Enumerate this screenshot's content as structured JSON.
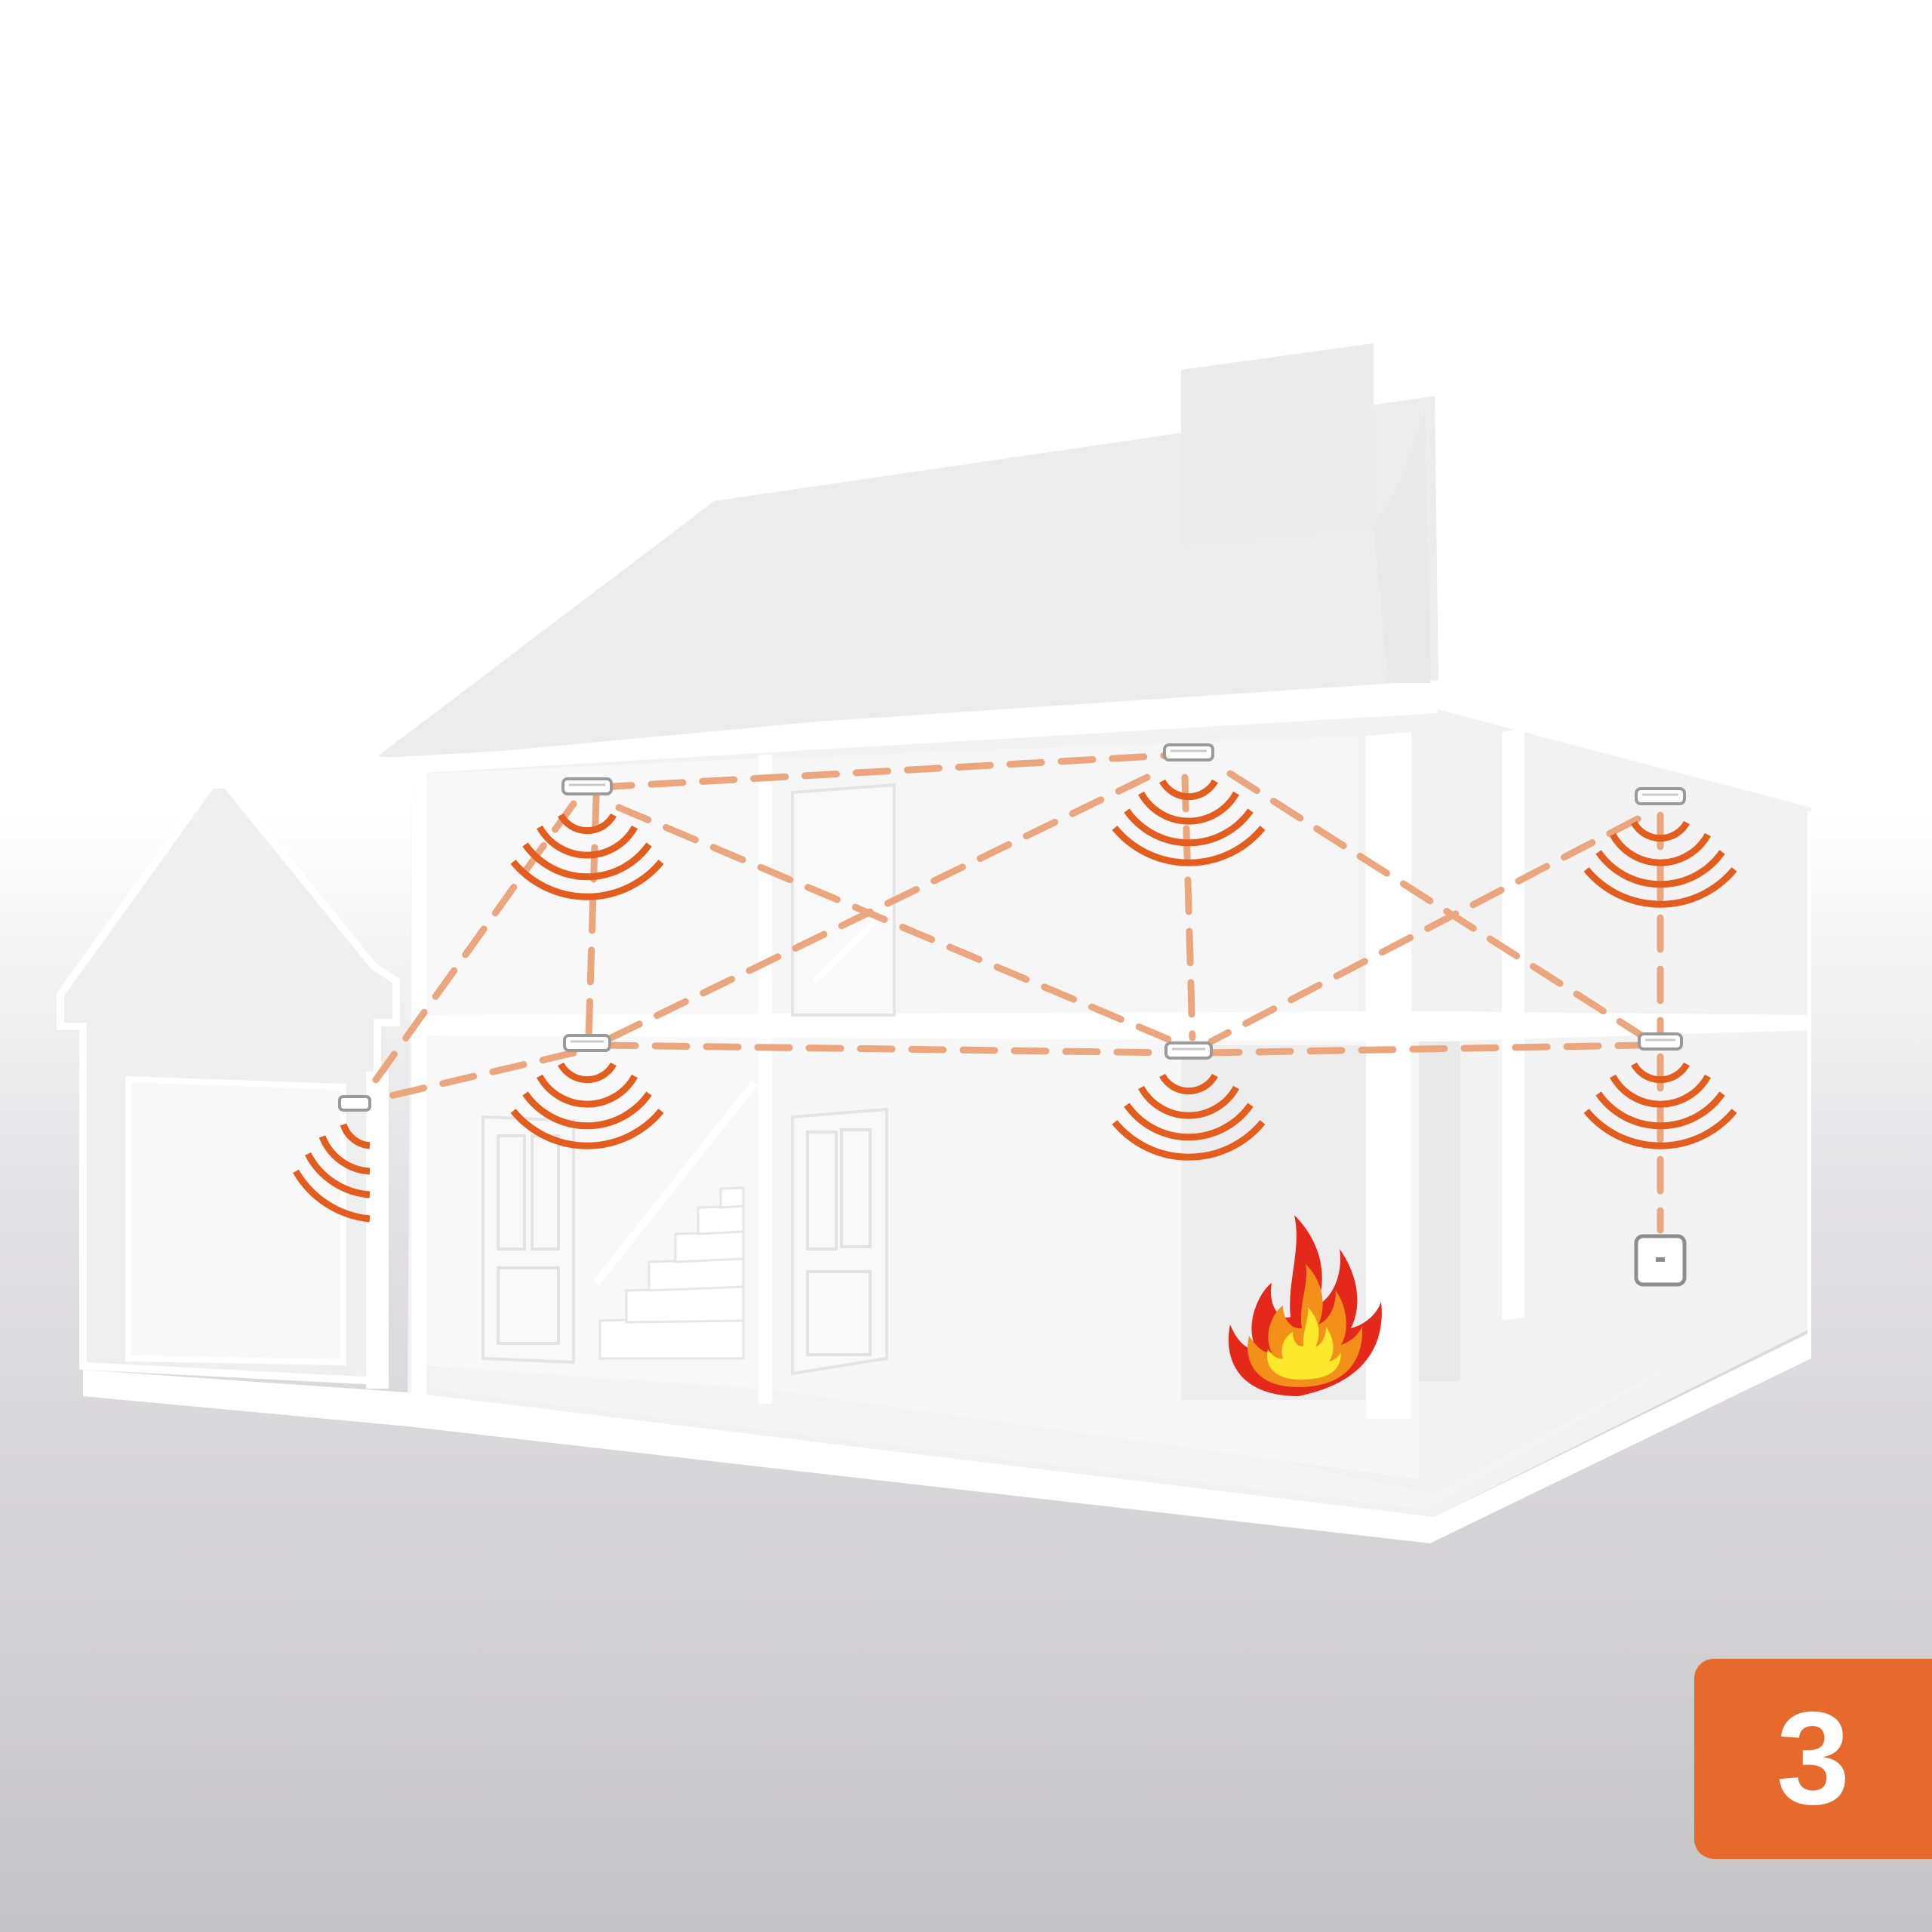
{
  "step_badge": {
    "label": "3",
    "color": "#e66a2c"
  },
  "colors": {
    "background_top": "#ffffff",
    "background_bottom": "#c4c3c5",
    "house_wall": "#ececec",
    "house_interior": "#f7f7f7",
    "house_edge": "#ffffff",
    "link_line": "#eca67e",
    "alarm_wave": "#e35d1f",
    "flame_outer": "#e4291b",
    "flame_mid": "#f29019",
    "flame_inner": "#fde92b"
  },
  "icons": {
    "smoke_detector": "smoke-detector-icon",
    "alarm_signal": "sound-wave-icon",
    "fire": "fire-icon",
    "hub": "control-hub-icon"
  },
  "network": {
    "detector_count": 7,
    "hub_count": 1,
    "alarm_sounding_count": 7
  }
}
